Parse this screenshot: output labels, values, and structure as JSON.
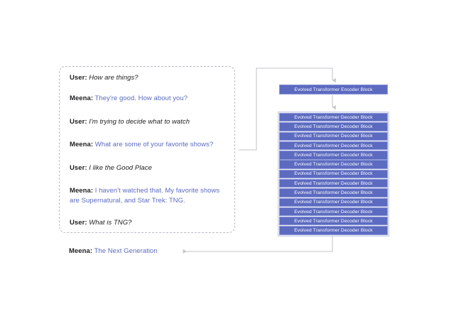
{
  "figure": {
    "type": "architecture-diagram",
    "description": "Meena conversation sample routed through an Evolved Transformer encoder and decoder stack"
  },
  "conversation": {
    "turns": [
      {
        "speaker": "User:",
        "utterance": " How are things?",
        "role": "user"
      },
      {
        "speaker": "Meena:",
        "utterance": " They're good. How about you?",
        "role": "meena"
      },
      {
        "speaker": "User:",
        "utterance": " I'm trying to decide what to watch",
        "role": "user"
      },
      {
        "speaker": "Meena:",
        "utterance": " What are some of your favorite shows?",
        "role": "meena"
      },
      {
        "speaker": "User:",
        "utterance": " I like the Good Place",
        "role": "user"
      },
      {
        "speaker": "Meena:",
        "utterance": " I haven't watched that. My favorite shows are Supernatural, and Star Trek: TNG.",
        "role": "meena"
      },
      {
        "speaker": "User:",
        "utterance": " What is TNG?",
        "role": "user"
      }
    ]
  },
  "final_answer": {
    "speaker": "Meena:",
    "utterance": " The Next Generation"
  },
  "model": {
    "encoder": {
      "label": "Evolved Transformer Encoder Block",
      "count": 1
    },
    "decoder": {
      "label": "Evolved Transformer Decoder Block",
      "count": 13,
      "blocks": [
        "Evolved Transformer Decoder Block",
        "Evolved Transformer Decoder Block",
        "Evolved Transformer Decoder Block",
        "Evolved Transformer Decoder Block",
        "Evolved Transformer Decoder Block",
        "Evolved Transformer Decoder Block",
        "Evolved Transformer Decoder Block",
        "Evolved Transformer Decoder Block",
        "Evolved Transformer Decoder Block",
        "Evolved Transformer Decoder Block",
        "Evolved Transformer Decoder Block",
        "Evolved Transformer Decoder Block",
        "Evolved Transformer Decoder Block"
      ]
    }
  },
  "colors": {
    "block_fill": "#5c6bc0",
    "block_border": "#8b97d8",
    "meena_text": "#5c6bc0",
    "user_text": "#202124",
    "connector": "#c3c5c9",
    "box_border": "#b9bcc4",
    "stack_bg": "#eceef8"
  }
}
